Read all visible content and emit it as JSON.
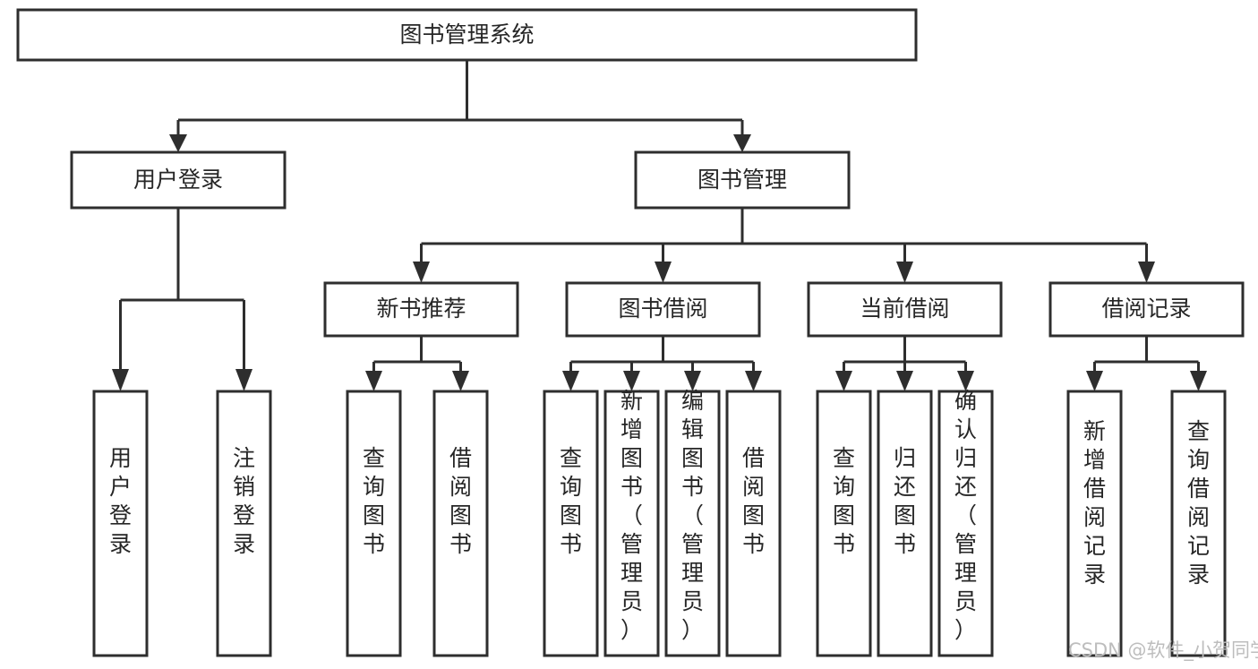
{
  "diagram": {
    "kind": "tree-structure-chart",
    "colors": {
      "background": "#ffffff",
      "stroke": "#2e2e2e",
      "node_fill": "#ffffff",
      "text": "#262626",
      "watermark": "#bdbdbd"
    },
    "root": {
      "label": "图书管理系统",
      "orientation": "horizontal"
    },
    "level2": [
      {
        "label": "用户登录",
        "orientation": "horizontal"
      },
      {
        "label": "图书管理",
        "orientation": "horizontal"
      }
    ],
    "level3": [
      {
        "label": "新书推荐",
        "orientation": "horizontal"
      },
      {
        "label": "图书借阅",
        "orientation": "horizontal"
      },
      {
        "label": "当前借阅",
        "orientation": "horizontal"
      },
      {
        "label": "借阅记录",
        "orientation": "horizontal"
      }
    ],
    "leaves": {
      "user_login": [
        {
          "label": "用户登录",
          "orientation": "vertical"
        },
        {
          "label": "注销登录",
          "orientation": "vertical"
        }
      ],
      "new_book_recommend": [
        {
          "label": "查询图书",
          "orientation": "vertical"
        },
        {
          "label": "借阅图书",
          "orientation": "vertical"
        }
      ],
      "book_borrow": [
        {
          "label": "查询图书",
          "orientation": "vertical"
        },
        {
          "label": "新增图书（管理员）",
          "orientation": "vertical"
        },
        {
          "label": "编辑图书（管理员）",
          "orientation": "vertical"
        },
        {
          "label": "借阅图书",
          "orientation": "vertical"
        }
      ],
      "current_borrow": [
        {
          "label": "查询图书",
          "orientation": "vertical"
        },
        {
          "label": "归还图书",
          "orientation": "vertical"
        },
        {
          "label": "确认归还（管理员）",
          "orientation": "vertical"
        }
      ],
      "borrow_record": [
        {
          "label": "新增借阅记录",
          "orientation": "vertical"
        },
        {
          "label": "查询借阅记录",
          "orientation": "vertical"
        }
      ]
    },
    "watermark": {
      "text": "CSDN @软件_小贺同学"
    }
  }
}
